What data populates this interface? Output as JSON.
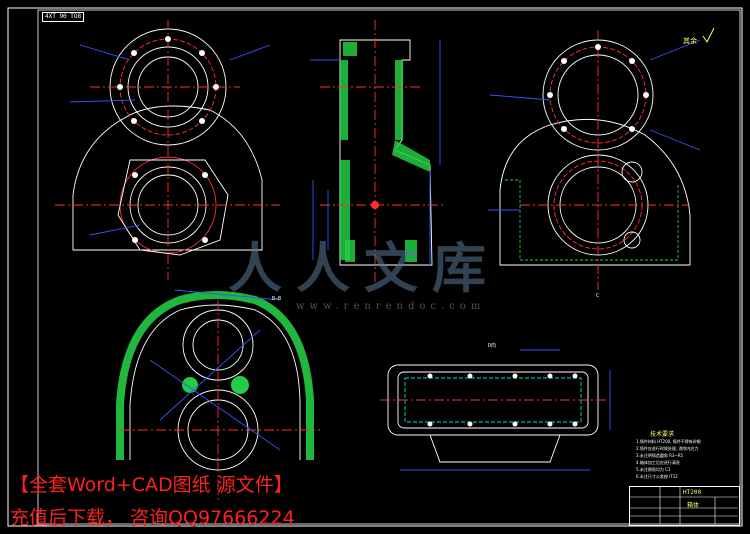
{
  "drawing": {
    "frame_tag": "4XT 90 TO8",
    "section_labels": {
      "section_b": "B—B",
      "view_c": "C",
      "view_d": "D向"
    },
    "technical_requirements_title": "技术要求",
    "technical_requirements": [
      "1.铸件材料 HT200, 铸件不得有砂眼",
      "2.铸件应进行时效处理, 消除内应力",
      "3.未注明铸造圆角 R3~R5",
      "4.箱体加工后应进行清洗",
      "5.未注倒角均为 C1",
      "6.未注尺寸公差按 IT12"
    ],
    "title_block": {
      "material": "HT200",
      "name": "箱体"
    },
    "roughness_stamp": "其余"
  },
  "watermark": {
    "brand": "人人文库",
    "url": "www.renrendoc.com"
  },
  "promo": {
    "line1": "【全套Word+CAD图纸 源文件】",
    "line2": "充值后下载， 咨询QQ97666224"
  },
  "colors": {
    "background": "#000000",
    "outline": "#ffffff",
    "dimension": "#3355ff",
    "center_line": "#ff3030",
    "hatch": "#22cc44",
    "hidden_line": "#00dddd",
    "text_highlight": "#ffff66",
    "promo": "#ff2020"
  }
}
